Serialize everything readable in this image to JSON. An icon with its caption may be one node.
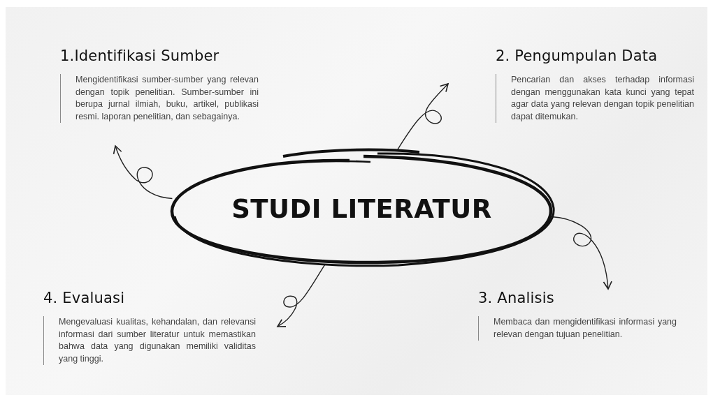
{
  "diagram": {
    "nodes": [
      {
        "text": [
          "1.Identifikasi Sumber",
          "Mengidentifikasi sumber-sumber yang relevan dengan topik penelitian. Sumber-sumber ini berupa jurnal ilmiah, buku, artikel, publikasi resmi. laporan penelitian, dan sebagainya."
        ]
      },
      {
        "text": [
          "2. Pengumpulan Data",
          "Pencarian dan akses terhadap informasi dengan menggunakan kata kunci yang tepat agar data yang relevan dengan topik penelitian dapat ditemukan."
        ]
      },
      {
        "text": [
          "STUDI LITERATUR"
        ]
      },
      {
        "text": [
          "4. Evaluasi",
          "Mengevaluasi kualitas, kehandalan, dan relevansi informasi dari sumber literatur untuk memastikan bahwa data yang digunakan memiliki validitas yang tinggi."
        ]
      },
      {
        "text": [
          "3. Analisis",
          "Membaca dan mengidentifikasi informasi yang relevan dengan tujuan penelitian."
        ]
      }
    ],
    "edges": [
      {
        "from": 2,
        "to": 0,
        "arrow": "to"
      },
      {
        "from": 2,
        "to": 1,
        "arrow": "to"
      },
      {
        "from": 2,
        "to": 4,
        "arrow": "to"
      },
      {
        "from": 2,
        "to": 3,
        "arrow": "to"
      }
    ]
  }
}
